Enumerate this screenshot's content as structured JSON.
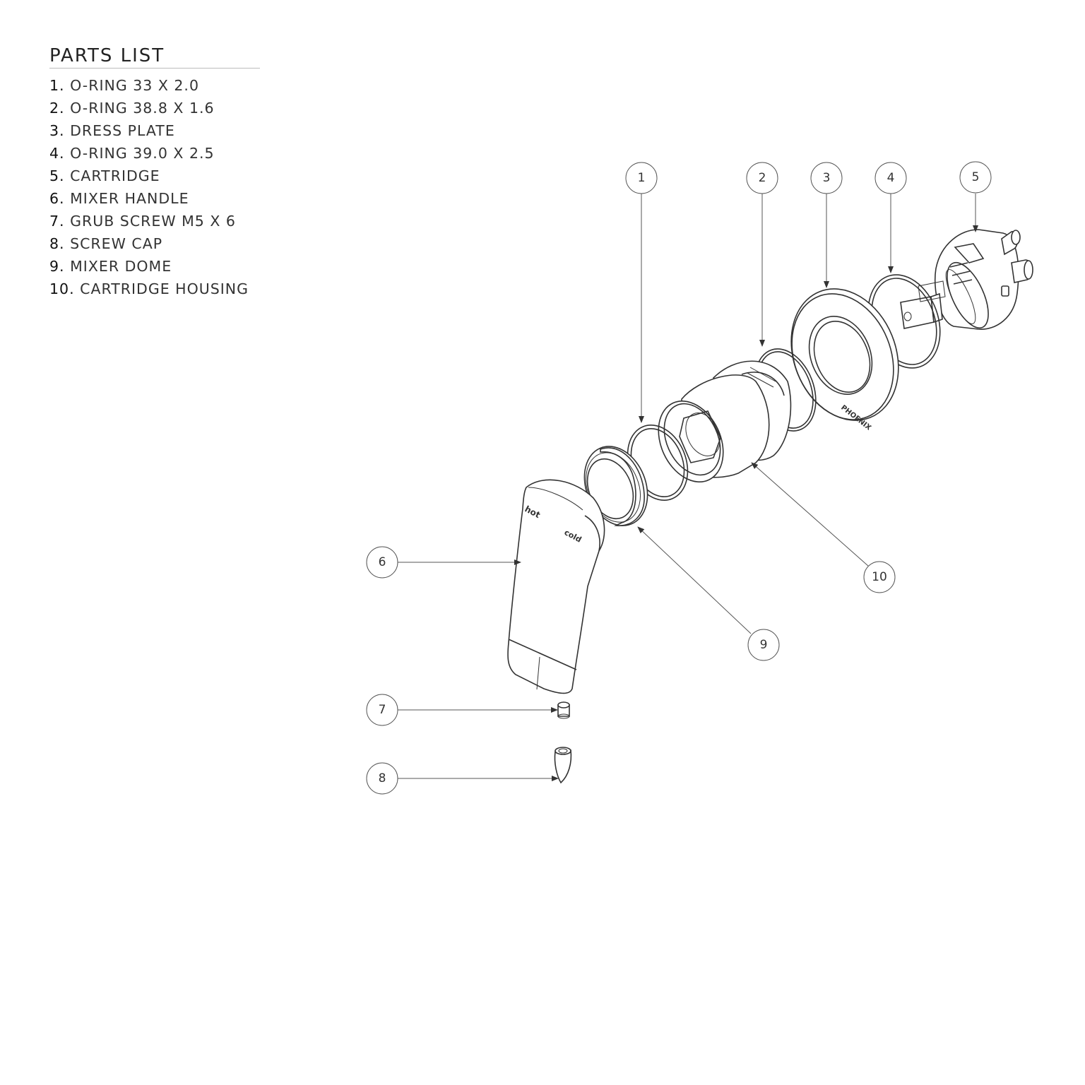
{
  "parts_list": {
    "title": "PARTS LIST",
    "items": [
      {
        "num": "1.",
        "label": "O-RING 33 X 2.0"
      },
      {
        "num": "2.",
        "label": "O-RING 38.8 X 1.6"
      },
      {
        "num": "3.",
        "label": "DRESS PLATE"
      },
      {
        "num": "4.",
        "label": "O-RING 39.0 X 2.5"
      },
      {
        "num": "5.",
        "label": "CARTRIDGE"
      },
      {
        "num": "6.",
        "label": "MIXER HANDLE"
      },
      {
        "num": "7.",
        "label": "GRUB SCREW M5 X 6"
      },
      {
        "num": "8.",
        "label": "SCREW CAP"
      },
      {
        "num": "9.",
        "label": "MIXER DOME"
      },
      {
        "num": "10.",
        "label": "CARTRIDGE HOUSING"
      }
    ]
  },
  "callouts": {
    "c1": "1",
    "c2": "2",
    "c3": "3",
    "c4": "4",
    "c5": "5",
    "c6": "6",
    "c7": "7",
    "c8": "8",
    "c9": "9",
    "c10": "10"
  },
  "markings": {
    "handle_hot": "hot",
    "handle_cold": "cold",
    "dress_plate_brand": "PHOENIX"
  }
}
